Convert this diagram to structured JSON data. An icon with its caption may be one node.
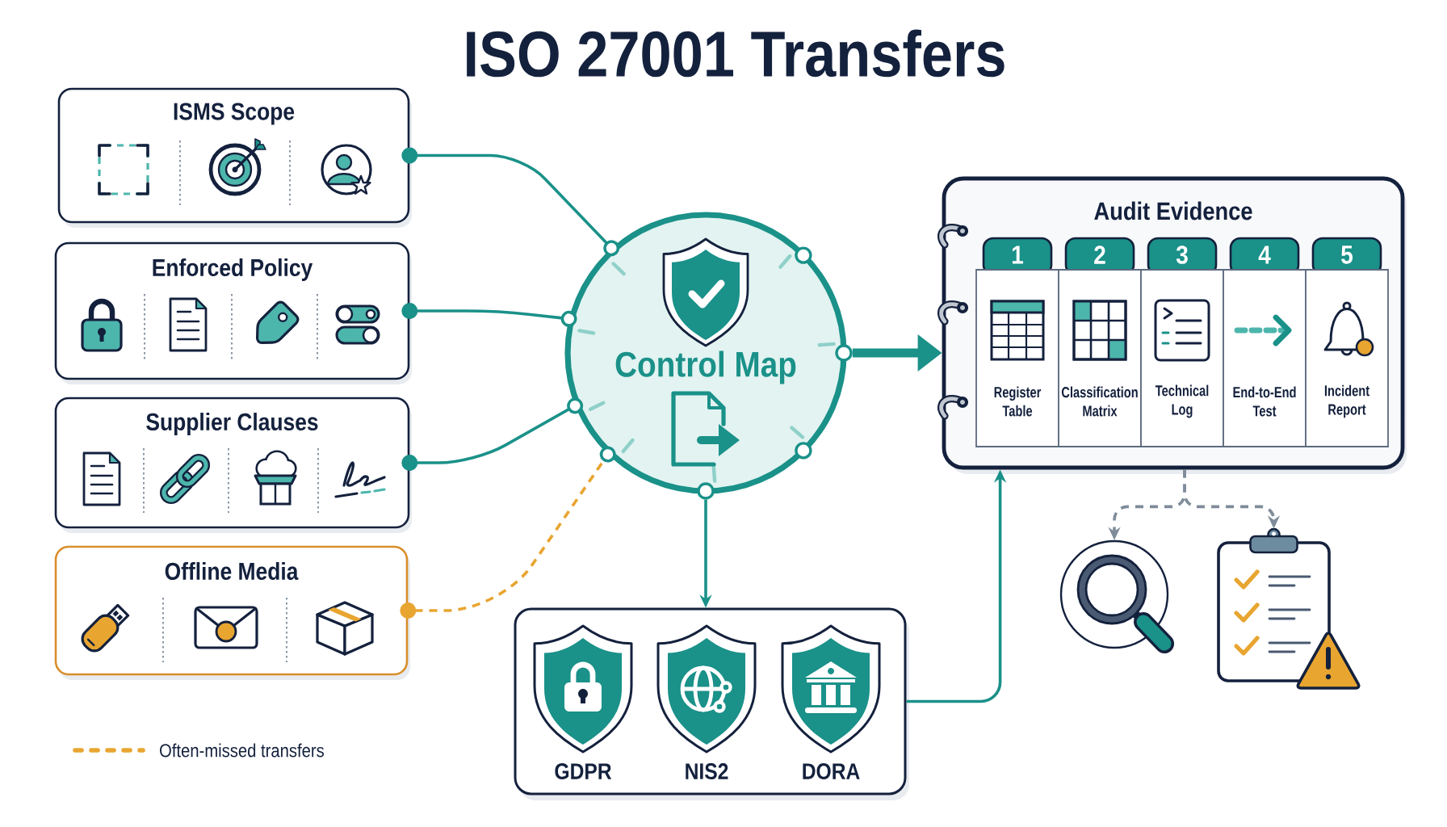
{
  "diagram": {
    "title": "ISO 27001 Transfers",
    "nodes": [
      {
        "text": [
          "ISMS Scope"
        ]
      },
      {
        "text": [
          "Enforced Policy"
        ]
      },
      {
        "text": [
          "Supplier Clauses"
        ]
      },
      {
        "text": [
          "Offline Media"
        ]
      },
      {
        "text": [
          "Control Map"
        ]
      },
      {
        "text": [
          "Audit Evidence"
        ]
      },
      {
        "text": [
          "1",
          "Register Table"
        ],
        "in": 5
      },
      {
        "text": [
          "2",
          "Classification Matrix"
        ],
        "in": 5
      },
      {
        "text": [
          "3",
          "Technical Log"
        ],
        "in": 5
      },
      {
        "text": [
          "4",
          "End-to-End Test"
        ],
        "in": 5
      },
      {
        "text": [
          "5",
          "Incident Report"
        ],
        "in": 5
      },
      {
        "text": [
          "GDPR",
          "NIS2",
          "DORA"
        ]
      },
      {
        "text": [],
        "shape": "picture"
      },
      {
        "text": [],
        "shape": "picture"
      }
    ],
    "edges": [
      {
        "from": 0,
        "to": 4,
        "arrow": "other"
      },
      {
        "from": 1,
        "to": 4,
        "arrow": "other"
      },
      {
        "from": 2,
        "to": 4,
        "arrow": "other"
      },
      {
        "from": 3,
        "to": 4,
        "arrow": "other",
        "style": "dashed",
        "color": "#e8a530"
      },
      {
        "from": 4,
        "to": 5,
        "arrow": "to",
        "style": "thick"
      },
      {
        "from": 4,
        "to": 11,
        "arrow": "to"
      },
      {
        "from": 11,
        "to": 5,
        "arrow": "to"
      },
      {
        "from": 5,
        "to": 12,
        "arrow": "to",
        "style": "dashed",
        "color": "#7f8c99"
      },
      {
        "from": 5,
        "to": 13,
        "arrow": "to",
        "style": "dashed",
        "color": "#7f8c99"
      }
    ],
    "legend": [
      {
        "text": "Often-missed transfers"
      }
    ]
  }
}
